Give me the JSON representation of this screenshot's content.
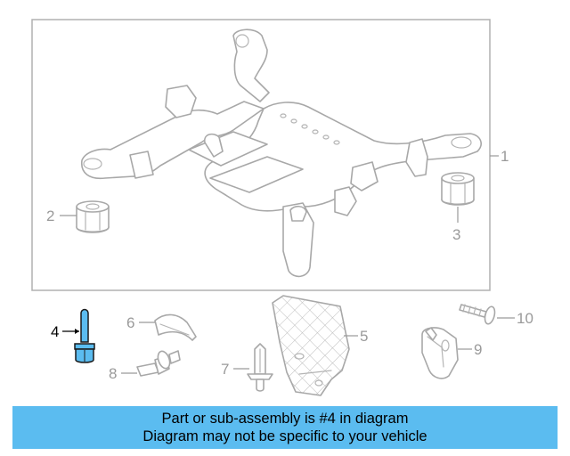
{
  "diagram": {
    "highlight_color": "#5bbcf0",
    "parts": [
      {
        "number": "1",
        "icon": "subframe-icon"
      },
      {
        "number": "2",
        "icon": "bushing-icon"
      },
      {
        "number": "3",
        "icon": "bushing-icon"
      },
      {
        "number": "4",
        "icon": "bolt-icon",
        "highlighted": true
      },
      {
        "number": "5",
        "icon": "shield-icon"
      },
      {
        "number": "6",
        "icon": "bracket-icon"
      },
      {
        "number": "7",
        "icon": "clip-icon"
      },
      {
        "number": "8",
        "icon": "push-pin-icon"
      },
      {
        "number": "9",
        "icon": "guide-icon"
      },
      {
        "number": "10",
        "icon": "screw-icon"
      }
    ]
  },
  "banner": {
    "line1": "Part or sub-assembly is #4 in diagram",
    "line2": "Diagram may not be specific to your vehicle",
    "color": "#5bbcf0"
  }
}
